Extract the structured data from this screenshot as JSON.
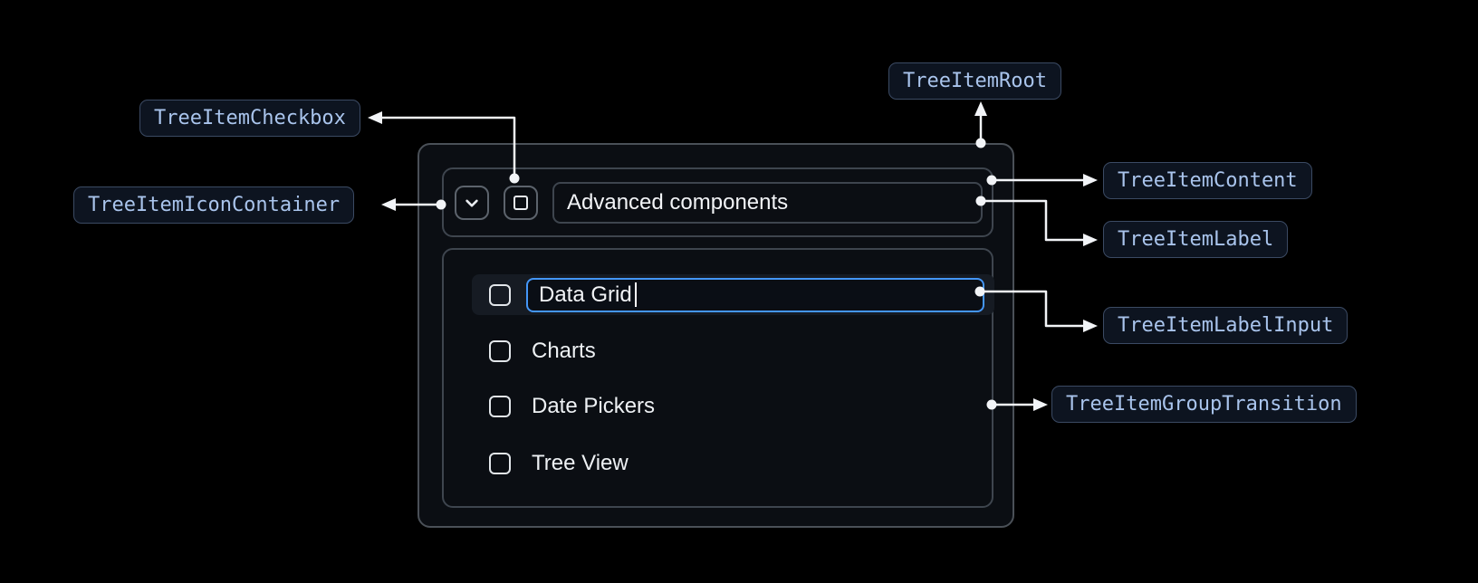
{
  "annotations": {
    "checkbox": {
      "label": "TreeItemCheckbox"
    },
    "icon_container": {
      "label": "TreeItemIconContainer"
    },
    "root": {
      "label": "TreeItemRoot"
    },
    "content": {
      "label": "TreeItemContent"
    },
    "label": {
      "label": "TreeItemLabel"
    },
    "label_input": {
      "label": "TreeItemLabelInput"
    },
    "group_transition": {
      "label": "TreeItemGroupTransition"
    }
  },
  "tree": {
    "parent_label": "Advanced components",
    "items": [
      {
        "label": "Data Grid",
        "state": "editing",
        "checked": false
      },
      {
        "label": "Charts",
        "state": "default",
        "checked": false
      },
      {
        "label": "Date Pickers",
        "state": "default",
        "checked": false
      },
      {
        "label": "Tree View",
        "state": "default",
        "checked": false
      }
    ],
    "label_input_value": "Data Grid"
  },
  "icons": {
    "expand": "chevron-down",
    "checkbox": "checkbox-unchecked"
  },
  "colors": {
    "background": "#000000",
    "annotation_text": "#a9c4ec",
    "annotation_border": "#3b4a63",
    "annotation_bg": "#0d1420",
    "panel_bg": "#0b0e13",
    "panel_border": "#4a5057",
    "box_border": "#3e454e",
    "input_focus_border": "#4496f7",
    "row_highlight_bg": "#161b23",
    "text": "#f2f4f7",
    "connector": "#f2f4f7"
  }
}
